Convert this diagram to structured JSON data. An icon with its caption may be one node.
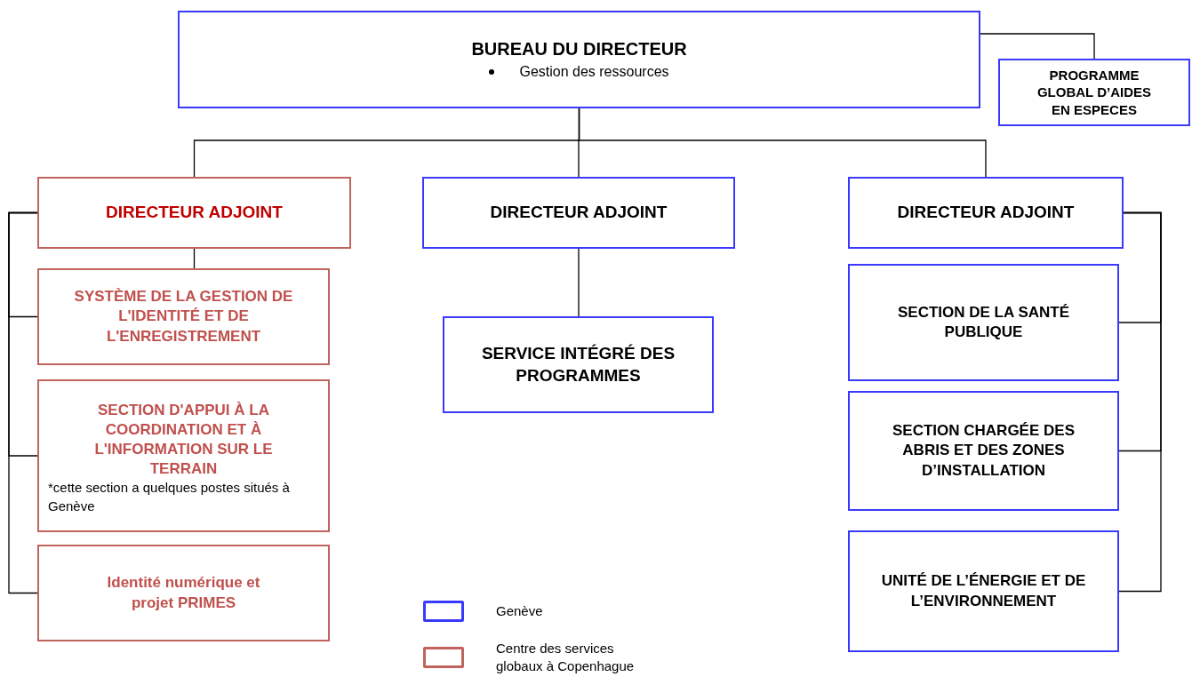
{
  "diagram": {
    "nodes": [
      {
        "text": [
          "BUREAU DU DIRECTEUR",
          "Gestion des ressources"
        ]
      },
      {
        "text": [
          "PROGRAMME GLOBAL D’AIDES EN ESPECES"
        ]
      },
      {
        "text": [
          "DIRECTEUR ADJOINT"
        ]
      },
      {
        "text": [
          "DIRECTEUR ADJOINT"
        ]
      },
      {
        "text": [
          "DIRECTEUR ADJOINT"
        ]
      },
      {
        "text": [
          "SYSTÈME DE LA GESTION DE L'IDENTITÉ ET DE L'ENREGISTREMENT"
        ]
      },
      {
        "text": [
          "SECTION D'APPUI À LA COORDINATION ET À L'INFORMATION SUR LE TERRAIN",
          "*cette section a quelques postes situés à Genève"
        ]
      },
      {
        "text": [
          "Identité numérique et projet PRIMES"
        ]
      },
      {
        "text": [
          "SERVICE INTÉGRÉ DES PROGRAMMES"
        ]
      },
      {
        "text": [
          "SECTION DE LA SANTÉ PUBLIQUE"
        ]
      },
      {
        "text": [
          "SECTION CHARGÉE DES ABRIS ET DES ZONES D’INSTALLATION"
        ]
      },
      {
        "text": [
          "UNITÉ DE L’ÉNERGIE ET DE L’ENVIRONNEMENT"
        ]
      }
    ],
    "edges": [
      {
        "from": 0,
        "to": 1,
        "arrow": "none"
      },
      {
        "from": 0,
        "to": 2,
        "arrow": "none"
      },
      {
        "from": 0,
        "to": 3,
        "arrow": "none"
      },
      {
        "from": 0,
        "to": 4,
        "arrow": "none"
      },
      {
        "from": 2,
        "to": 5,
        "arrow": "none"
      },
      {
        "from": 2,
        "to": 5,
        "arrow": "none"
      },
      {
        "from": 2,
        "to": 6,
        "arrow": "none"
      },
      {
        "from": 2,
        "to": 7,
        "arrow": "none"
      },
      {
        "from": 3,
        "to": 8,
        "arrow": "none"
      },
      {
        "from": 4,
        "to": 9,
        "arrow": "none"
      },
      {
        "from": 4,
        "to": 10,
        "arrow": "none"
      },
      {
        "from": 4,
        "to": 11,
        "arrow": "none"
      }
    ],
    "legend": [
      {
        "text": "Genève",
        "color": "#3a3aff"
      },
      {
        "text": "Centre des services globaux à Copenhague",
        "color": "#c0635c"
      }
    ]
  }
}
